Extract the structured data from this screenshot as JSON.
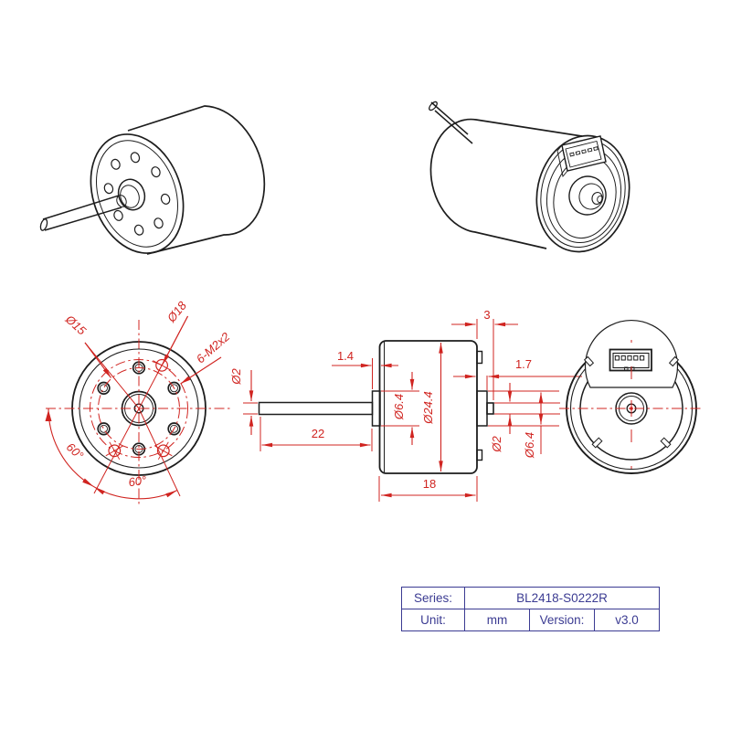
{
  "drawing": {
    "front_view": {
      "d15": "Ø15",
      "d18": "Ø18",
      "holes": "6-M2x2",
      "angle_left": "60°",
      "angle_bottom": "60°"
    },
    "side_view": {
      "boss_len": "1.4",
      "rear_len": "3",
      "rear_boss_len": "1.7",
      "shaft_len": "22",
      "body_len": "18",
      "shaft_d": "Ø2",
      "boss_d": "Ø6.4",
      "body_d": "Ø24.4",
      "rear_shaft_d": "Ø2",
      "rear_boss_d": "Ø6.4"
    }
  },
  "title_block": {
    "series_label": "Series:",
    "series_value": "BL2418-S0222R",
    "unit_label": "Unit:",
    "unit_value": "mm",
    "version_label": "Version:",
    "version_value": "v3.0"
  },
  "colors": {
    "outline": "#1d1d1d",
    "dimension": "#d02420",
    "table": "#3b3b92"
  }
}
